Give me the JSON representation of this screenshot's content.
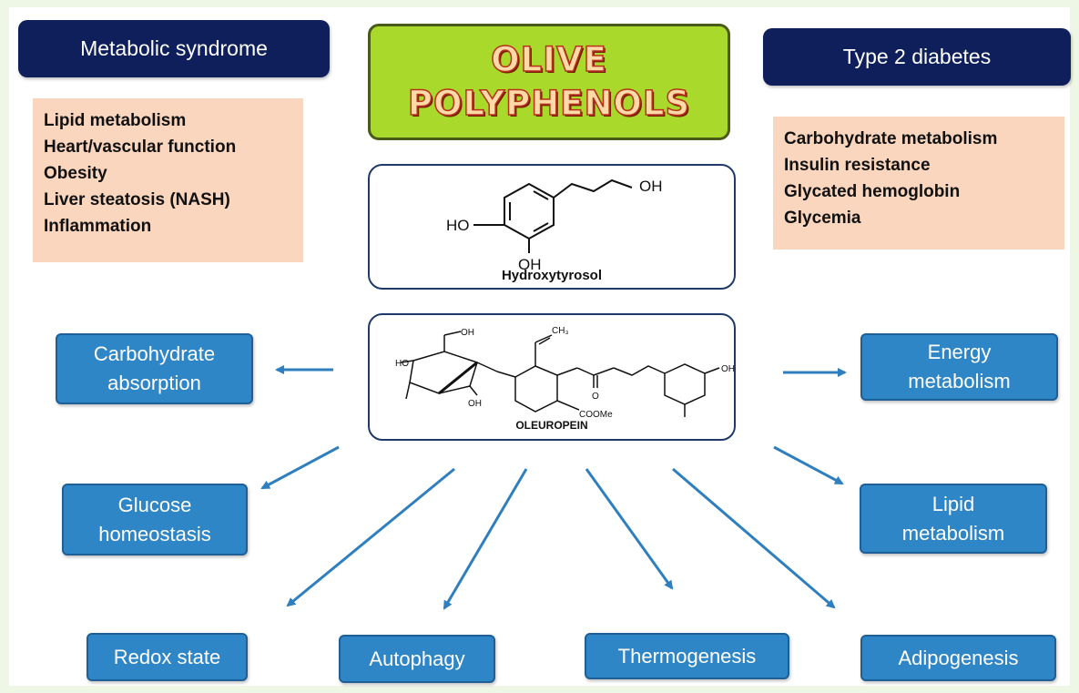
{
  "title": {
    "line1": "OLIVE",
    "line2": "POLYPHENOLS"
  },
  "left_header": "Metabolic syndrome",
  "right_header": "Type 2 diabetes",
  "left_list": [
    "Lipid metabolism",
    "Heart/vascular function",
    "Obesity",
    "Liver steatosis (NASH)",
    "Inflammation"
  ],
  "right_list": [
    "Carbohydrate metabolism",
    "Insulin resistance",
    "Glycated hemoglobin",
    "Glycemia"
  ],
  "hydroxytyrosol": {
    "name": "Hydroxytyrosol",
    "ho": "HO",
    "oh_bottom": "OH",
    "oh_chain": "OH"
  },
  "oleuropein": {
    "name": "OLEUROPEIN",
    "ho": "HO",
    "oh_a": "OH",
    "oh_b": "OH",
    "oh_c": "OH",
    "ch3": "CH₃",
    "ester": "COOMe",
    "carbonyl_o": "O"
  },
  "effects": {
    "carb_absorption": [
      "Carbohydrate",
      "absorption"
    ],
    "energy": [
      "Energy",
      "metabolism"
    ],
    "glucose": [
      "Glucose",
      "homeostasis"
    ],
    "lipid": [
      "Lipid",
      "metabolism"
    ],
    "redox": "Redox state",
    "autophagy": "Autophagy",
    "thermogenesis": "Thermogenesis",
    "adipogenesis": "Adipogenesis"
  },
  "colors": {
    "navy": "#0e1f5b",
    "peach": "#fad6bf",
    "green": "#a9d92a",
    "blue": "#2f86c6",
    "arrow": "#2f7fbf"
  }
}
